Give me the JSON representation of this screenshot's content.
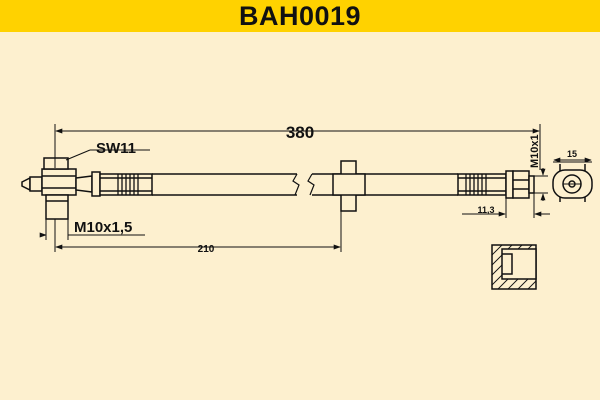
{
  "header": {
    "part_number": "BAH0019"
  },
  "dimensions": {
    "overall_length": "380",
    "fitting_offset": "210",
    "wrench_size": "SW11",
    "thread_left": "M10x1,5",
    "thread_right": "M10x1",
    "end_depth": "11,3",
    "end_diameter": "15"
  },
  "colors": {
    "header_bg": "#ffd200",
    "background": "#fdf0cf",
    "line": "#111111"
  }
}
